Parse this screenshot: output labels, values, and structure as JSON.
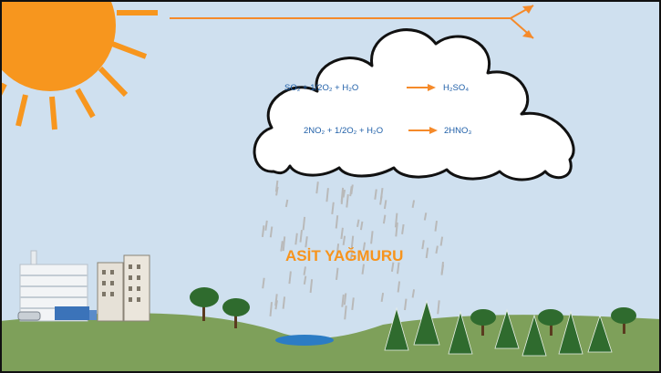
{
  "title": "ASİT YAĞMURU",
  "equations": [
    {
      "reactants": "SO₂ + 1/2O₂ + H₂O",
      "product": "H₂SO₄"
    },
    {
      "reactants": "2NO₂ + 1/2O₂ + H₂O",
      "product": "2HNO₃"
    }
  ],
  "colors": {
    "sky": "#cfe0ef",
    "sun": "#f7961e",
    "arrow": "#f58a2a",
    "title": "#f7941d",
    "equation_text": "#1f5fa8",
    "ground": "#7ea05a",
    "tree": "#2f6b2e",
    "lake": "#2c7cc4",
    "rain": "#b9b9b9"
  },
  "icons": [
    "sun-icon",
    "cloud-icon",
    "factory-icon",
    "building-icon",
    "truck-icon",
    "car-icon",
    "tree-icon",
    "pine-tree-icon",
    "lake-icon",
    "rain-drop-icon"
  ]
}
